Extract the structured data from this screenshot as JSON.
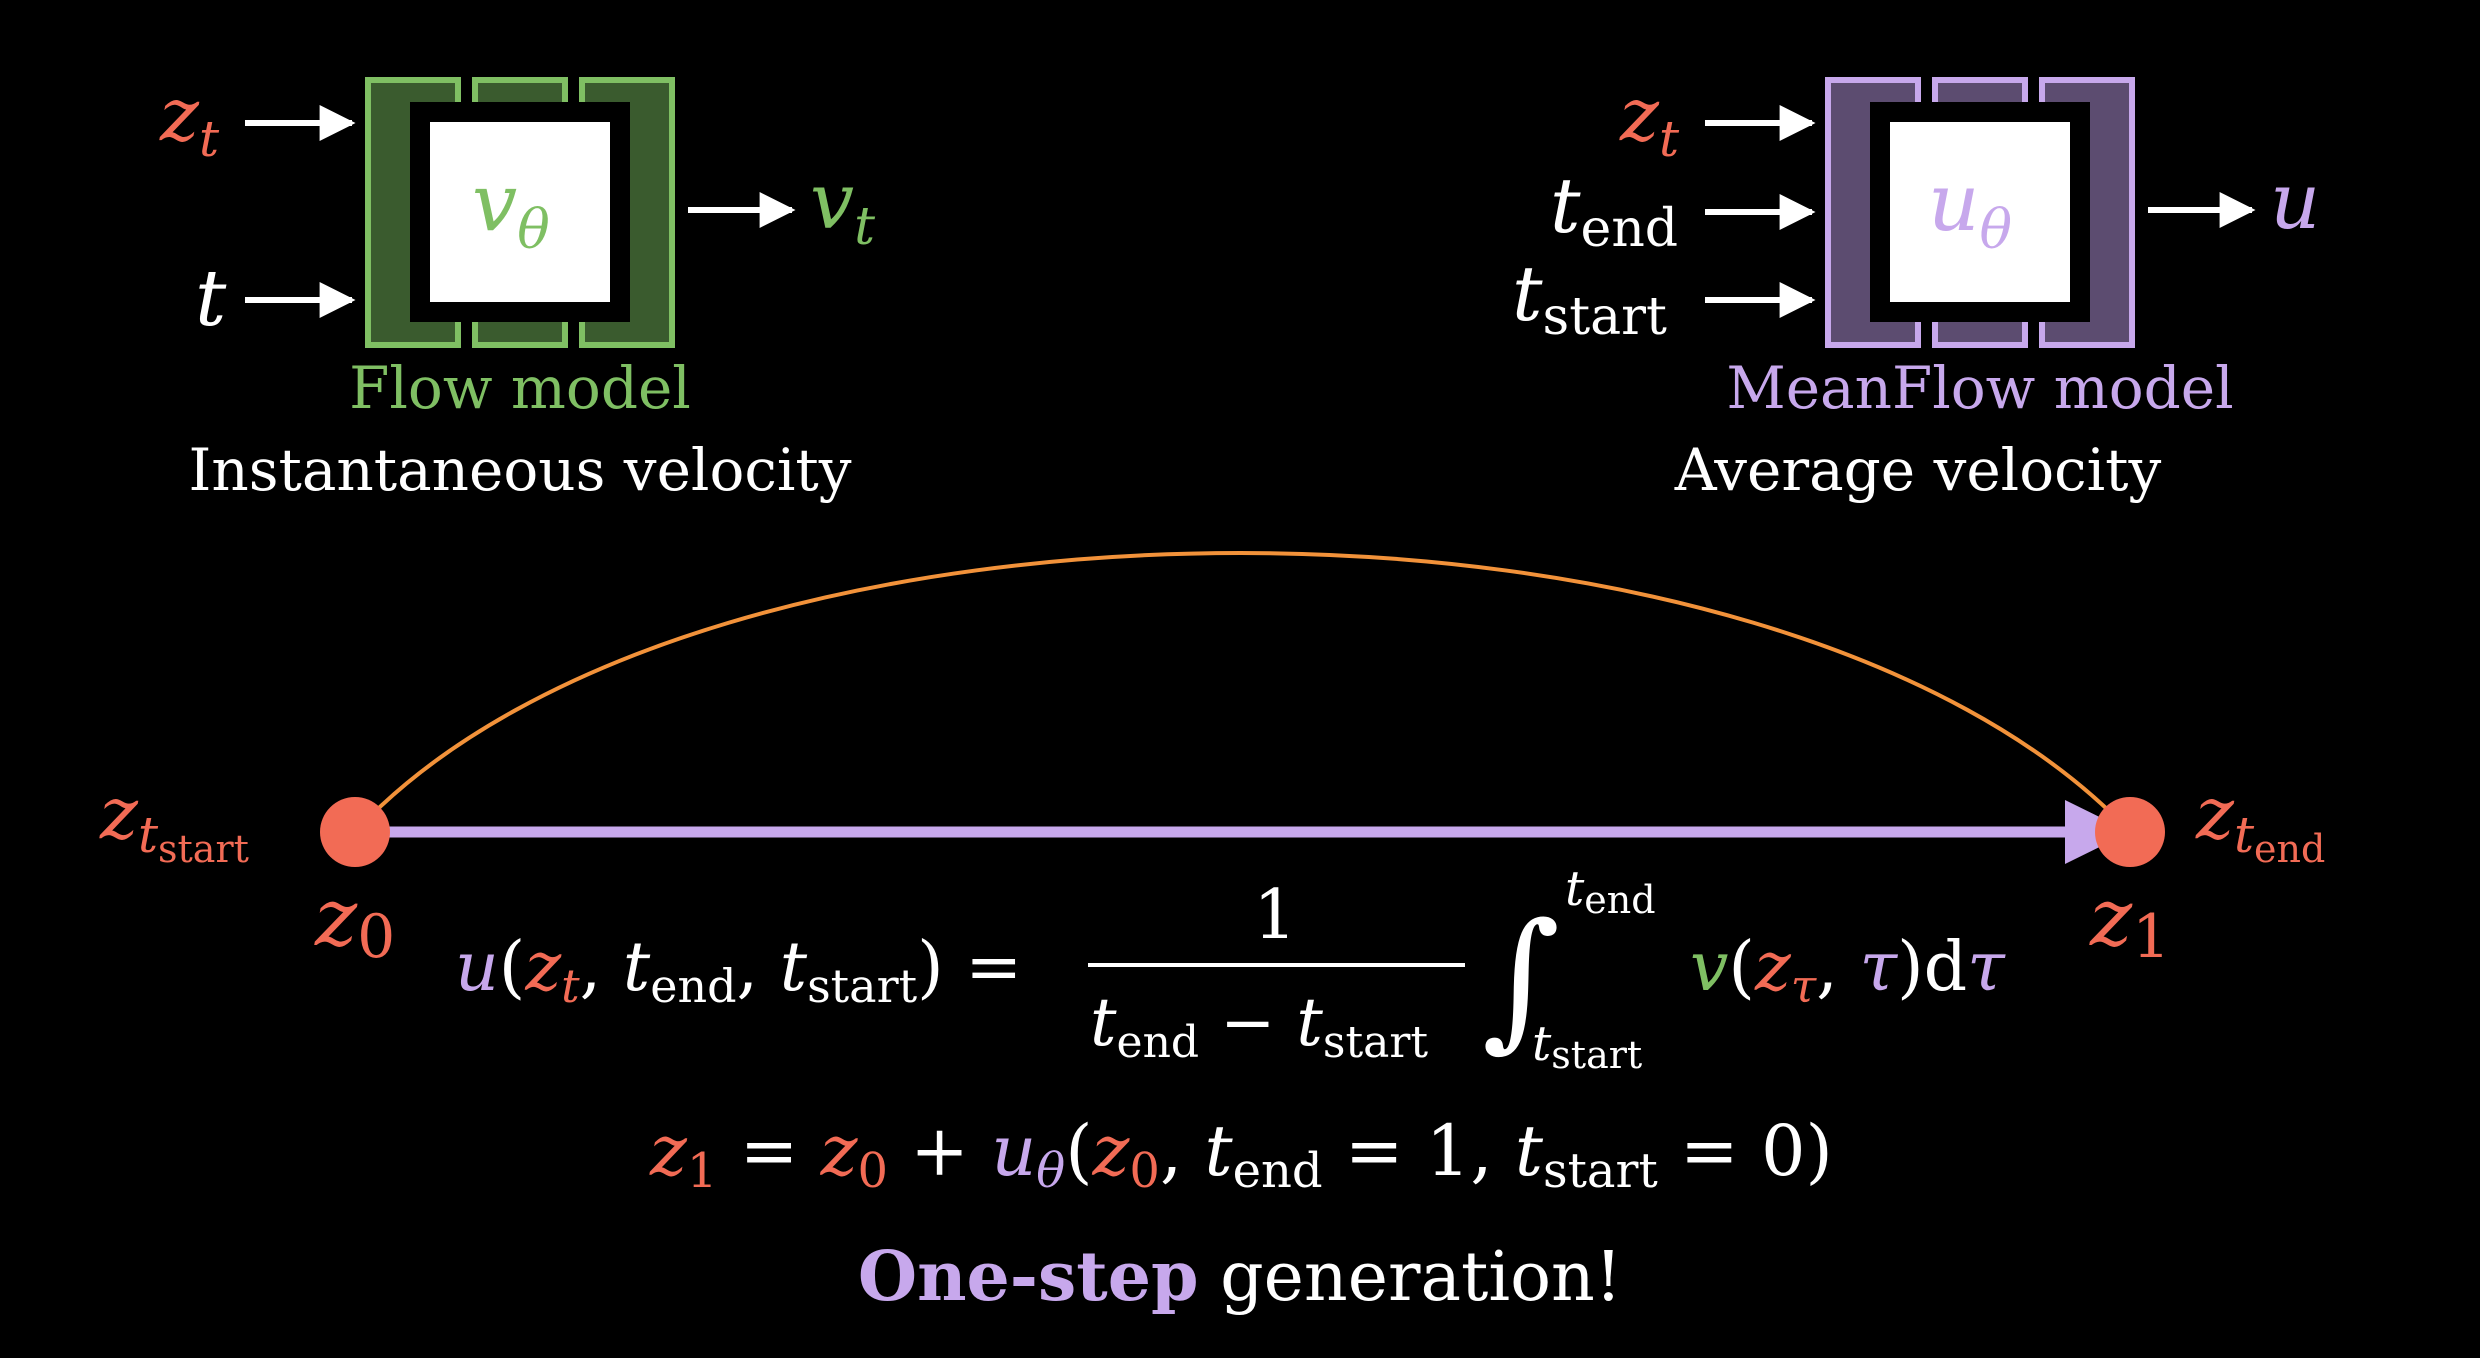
{
  "colors": {
    "background": "#000000",
    "red": "#F26B55",
    "green": "#7FBF63",
    "green_fill": "#3A5B2E",
    "purple": "#C7A8EC",
    "purple_fill": "#5C4C70",
    "orange": "#F2923A",
    "white": "#FFFFFF"
  },
  "flow_model": {
    "inputs": [
      "z",
      "t"
    ],
    "input_subscripts": [
      "t",
      ""
    ],
    "core_symbol": "v",
    "core_subscript": "θ",
    "output": "v",
    "output_subscript": "t",
    "name": "Flow model",
    "caption": "Instantaneous velocity"
  },
  "meanflow_model": {
    "inputs": [
      "z",
      "t",
      "t"
    ],
    "input_subscripts": [
      "t",
      "end",
      "start"
    ],
    "core_symbol": "u",
    "core_subscript": "θ",
    "output": "u",
    "name": "MeanFlow model",
    "caption": "Average velocity"
  },
  "trajectory": {
    "start_label": "z",
    "start_sub": "t",
    "start_subsub": "start",
    "end_label": "z",
    "end_sub": "t",
    "end_subsub": "end",
    "z0_label": "z",
    "z0_sub": "0",
    "z1_label": "z",
    "z1_sub": "1"
  },
  "equation_average": {
    "lhs_u": "u",
    "lhs_z": "z",
    "lhs_z_sub": "t",
    "lhs_tend": "t",
    "lhs_tend_sub": "end",
    "lhs_tstart": "t",
    "lhs_tstart_sub": "start",
    "frac_num": "1",
    "frac_den_a": "t",
    "frac_den_a_sub": "end",
    "frac_den_minus": "−",
    "frac_den_b": "t",
    "frac_den_b_sub": "start",
    "int_upper": "t",
    "int_upper_sub": "end",
    "int_lower": "t",
    "int_lower_sub": "start",
    "integrand_v": "v",
    "integrand_z": "z",
    "integrand_z_sub": "τ",
    "integrand_tau": "τ",
    "integrand_d": "d",
    "integrand_dtau": "τ"
  },
  "equation_onestep": {
    "z1": "z",
    "z1_sub": "1",
    "z0": "z",
    "z0_sub": "0",
    "u": "u",
    "u_sub": "θ",
    "arg_z0": "z",
    "arg_z0_sub": "0",
    "tend": "t",
    "tend_sub": "end",
    "tend_val": "1",
    "tstart": "t",
    "tstart_sub": "start",
    "tstart_val": "0"
  },
  "tagline": {
    "highlight": "One-step",
    "rest": "generation!"
  }
}
